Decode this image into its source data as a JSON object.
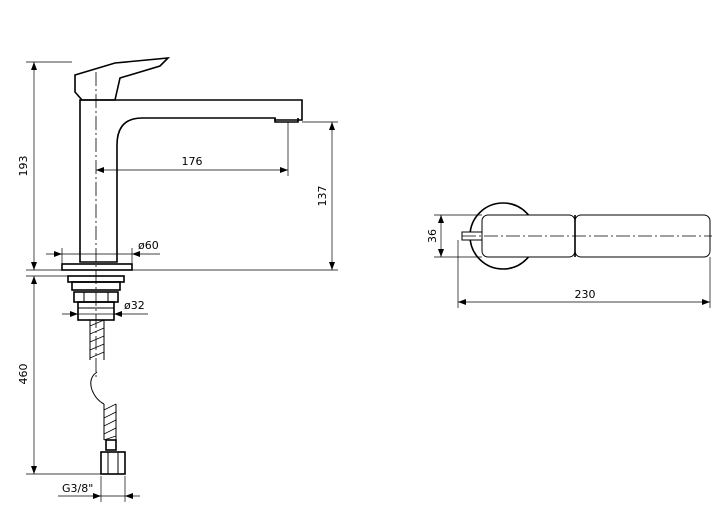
{
  "dimensions": {
    "height_spout": "193",
    "spout_reach": "176",
    "spout_clearance": "137",
    "base_diameter": "ø60",
    "shank_diameter": "ø32",
    "hose_length": "460",
    "hose_thread": "G3/8\"",
    "plan_width": "36",
    "plan_length": "230"
  }
}
